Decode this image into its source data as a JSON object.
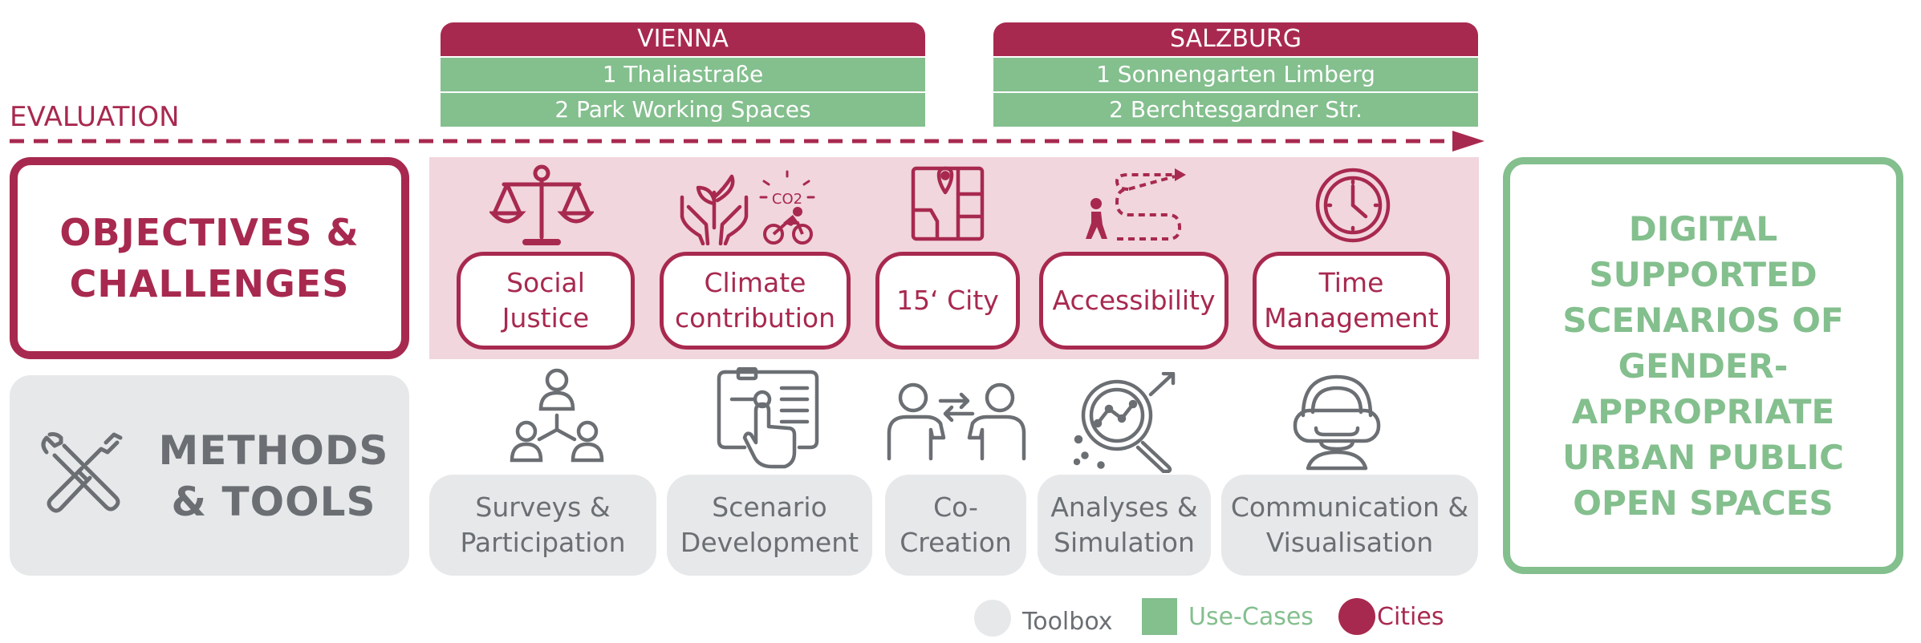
{
  "cities": [
    {
      "name": "VIENNA",
      "use_cases": [
        "1 Thaliastraße",
        "2 Park Working Spaces"
      ]
    },
    {
      "name": "SALZBURG",
      "use_cases": [
        "1 Sonnengarten Limberg",
        "2 Berchtesgardner Str."
      ]
    }
  ],
  "evaluation_label": "EVALUATION",
  "objectives": {
    "title": "OBJECTIVES &\nCHALLENGES",
    "items": [
      {
        "label": "Social\nJustice",
        "icon": "scales-icon"
      },
      {
        "label": "Climate\ncontribution",
        "icon": "plant-hands-co2-cyclist-icon"
      },
      {
        "label": "15‘ City",
        "icon": "map-pin-icon"
      },
      {
        "label": "Accessibility",
        "icon": "walking-path-icon"
      },
      {
        "label": "Time\nManagement",
        "icon": "clock-icon"
      }
    ]
  },
  "methods": {
    "title": "METHODS\n& TOOLS",
    "items": [
      {
        "label": "Surveys &\nParticipation",
        "icon": "people-network-icon"
      },
      {
        "label": "Scenario\nDevelopment",
        "icon": "touch-screen-icon"
      },
      {
        "label": "Co-\nCreation",
        "icon": "people-exchange-icon"
      },
      {
        "label": "Analyses &\nSimulation",
        "icon": "magnifier-chart-icon"
      },
      {
        "label": "Communication &\nVisualisation",
        "icon": "vr-headset-icon"
      }
    ]
  },
  "result": "DIGITAL\nSUPPORTED\nSCENARIOS OF\nGENDER-\nAPPROPRIATE\nURBAN PUBLIC\nOPEN SPACES",
  "co2_text": "CO2",
  "legend": [
    {
      "label": "Toolbox",
      "color": "#e6e8ea",
      "text_color": "#6b6f73",
      "shape": "circle"
    },
    {
      "label": "Use-Cases",
      "color": "#84bf8e",
      "text_color": "#84bf8e",
      "shape": "square"
    },
    {
      "label": "Cities",
      "color": "#a8294f",
      "text_color": "#a8294f",
      "shape": "circle"
    }
  ],
  "colors": {
    "crimson": "#a8294f",
    "green": "#84bf8e",
    "pink": "#f1d6dd",
    "grey": "#e6e8ea",
    "grey_text": "#6b6f73"
  }
}
